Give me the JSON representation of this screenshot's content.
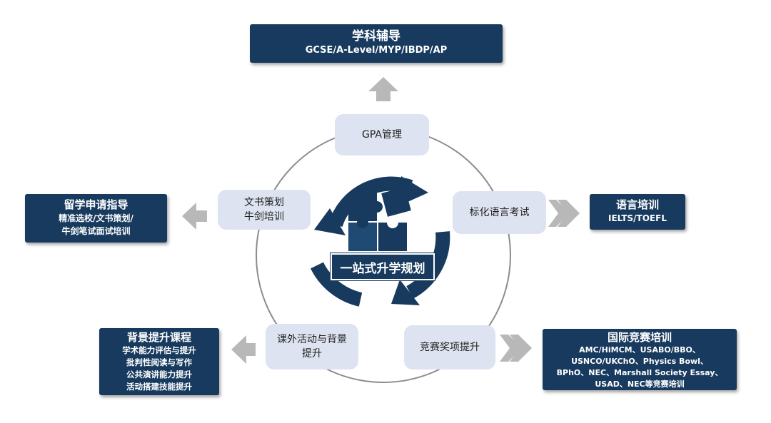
{
  "center": {
    "label": "一站式升学规划"
  },
  "pale_nodes": [
    {
      "lines": [
        "GPA管理"
      ]
    },
    {
      "lines": [
        "文书策划",
        "牛剑培训"
      ]
    },
    {
      "lines": [
        "标化语言考试"
      ]
    },
    {
      "lines": [
        "课外活动与背景",
        "提升"
      ]
    },
    {
      "lines": [
        "竞赛奖项提升"
      ]
    }
  ],
  "outer_boxes": [
    {
      "title": "学科辅导",
      "lines": [
        "GCSE/A-Level/MYP/IBDP/AP"
      ]
    },
    {
      "title": "留学申请指导",
      "lines": [
        "精准选校/文书策划/",
        "牛剑笔试面试培训"
      ]
    },
    {
      "title": "语言培训",
      "lines": [
        "IELTS/TOEFL"
      ]
    },
    {
      "title": "背景提升课程",
      "lines": [
        "学术能力评估与提升",
        "批判性阅读与写作",
        "公共演讲能力提升",
        "活动搭建技能提升"
      ]
    },
    {
      "title": "国际竞赛培训",
      "lines": [
        "AMC/HiMCM、USABO/BBO、",
        "USNCO/UKChO、Physics Bowl、",
        "BPhO、NEC、Marshall Society Essay、",
        "USAD、NEC等竞赛培训"
      ]
    }
  ],
  "colors": {
    "navy": "#173a5e",
    "pale": "#dde3f0",
    "arrow": "#b8b8b8",
    "ring": "#8c8c8c"
  },
  "icons": {
    "center": "puzzle-cycle-icon",
    "arrows": "chevron-arrow-icon"
  }
}
